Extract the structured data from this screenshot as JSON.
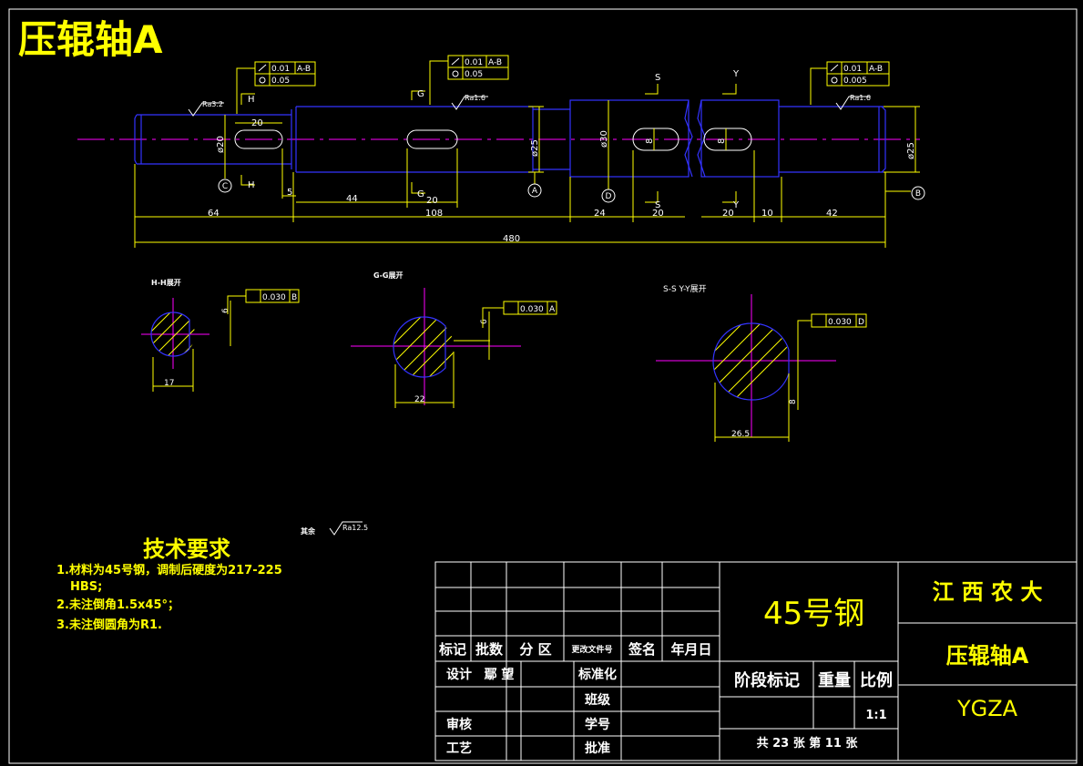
{
  "title": "压辊轴A",
  "section_labels": {
    "hh": "H-H展开",
    "gg": "G-G展开",
    "ssyy": "S-S Y-Y展开"
  },
  "markers": {
    "h_top": "H",
    "h_bottom": "H",
    "g_top": "G",
    "g_bottom": "G",
    "s_top": "S",
    "s_bottom": "S",
    "y_top": "Y",
    "y_bottom": "Y",
    "datum_a": "A",
    "datum_b": "B",
    "datum_c": "C",
    "datum_d": "D"
  },
  "tolerances": {
    "left_runout": "0.01",
    "left_runout_ref": "A-B",
    "left_cyl": "0.05",
    "mid_runout": "0.01",
    "mid_runout_ref": "A-B",
    "mid_cyl": "0.05",
    "right_runout": "0.01",
    "right_runout_ref": "A-B",
    "right_cyl": "0.005",
    "hh_sym": "0.030",
    "hh_ref": "B",
    "gg_sym": "0.030",
    "gg_ref": "A",
    "ss_sym": "0.030",
    "ss_ref": "D"
  },
  "roughness": {
    "r1": "Ra3.2",
    "r2": "Ra1.6",
    "r3": "Ra1.6",
    "rest_label": "其余",
    "rest": "Ra12.5"
  },
  "dims": {
    "d20_key": "20",
    "d5": "5",
    "d44": "44",
    "d20_g": "20",
    "d64": "64",
    "d108": "108",
    "d24": "24",
    "d20_s": "20",
    "d20_y": "20",
    "d10": "10",
    "d42": "42",
    "d480": "480",
    "dia20": "ø20",
    "dia25a": "ø25",
    "dia30": "ø30",
    "dia25b": "ø25",
    "k8a": "8",
    "k8b": "8",
    "hh_w": "17",
    "hh_6": "6",
    "gg_w": "22",
    "gg_6": "6",
    "ss_w": "26.5",
    "ss_8": "8"
  },
  "tech": {
    "heading": "技术要求",
    "line1": "1.材料为45号钢，调制后硬度为217-225",
    "line1b": "HBS;",
    "line2": "2.未注倒角1.5x45°；",
    "line3": "3.未注倒圆角为R1."
  },
  "titleblock": {
    "material": "45号钢",
    "school": "江 西 农 大",
    "part_name": "压辊轴A",
    "code": "YGZA",
    "h_mark": "标记",
    "h_count": "批数",
    "h_zone": "分 区",
    "h_doc": "更改文件号",
    "h_sign": "签名",
    "h_date": "年月日",
    "design": "设计",
    "designer": "鄢 望",
    "standard": "标准化",
    "class": "班级",
    "review": "审核",
    "student_no": "学号",
    "process": "工艺",
    "approve": "批准",
    "stage": "阶段标记",
    "weight": "重量",
    "scale_label": "比例",
    "scale": "1:1",
    "sheets": "共 23 张 第 11 张"
  }
}
